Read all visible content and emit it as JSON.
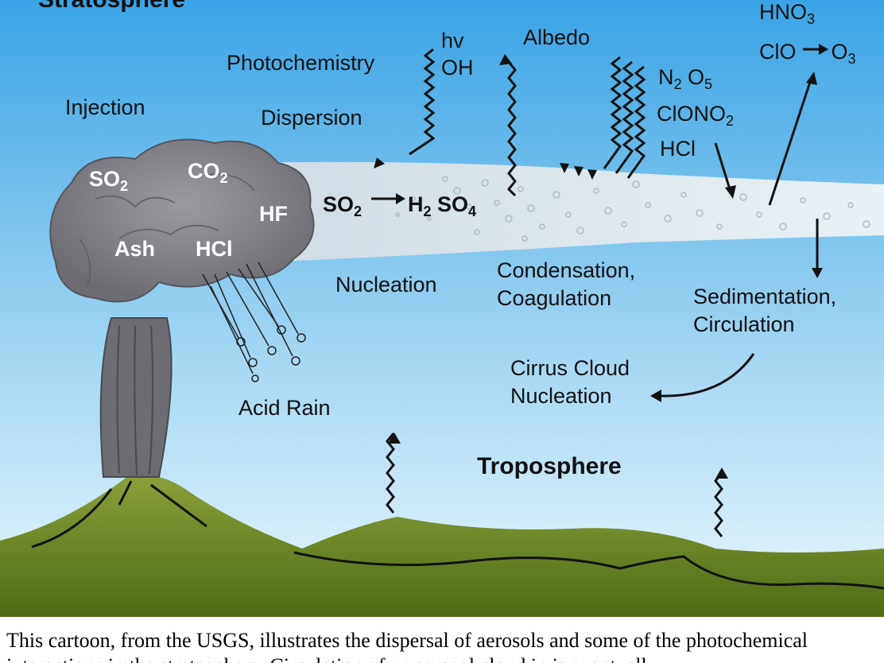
{
  "labels": {
    "stratosphere": "Stratosphere",
    "troposphere": "Troposphere",
    "injection": "Injection",
    "photochemistry": "Photochemistry",
    "dispersion": "Dispersion",
    "hv": "hv",
    "oh": "OH",
    "albedo": "Albedo",
    "hno3": "HNO",
    "hno3_sub": "3",
    "clo_o3_left": "ClO",
    "clo_o3_right": "O",
    "clo_o3_sub": "3",
    "n2o5_n": "N",
    "n2o5_n_sub": "2",
    "n2o5_o": "O",
    "n2o5_o_sub": "5",
    "clono2": "ClONO",
    "clono2_sub": "2",
    "hcl_right": "HCl",
    "so2_cloud": "SO",
    "so2_cloud_sub": "2",
    "co2_cloud": "CO",
    "co2_cloud_sub": "2",
    "hf_cloud": "HF",
    "ash_cloud": "Ash",
    "hcl_cloud": "HCl",
    "reaction_left": "SO",
    "reaction_left_sub": "2",
    "reaction_h": "H",
    "reaction_h_sub": "2",
    "reaction_so": "SO",
    "reaction_so_sub": "4",
    "nucleation": "Nucleation",
    "condensation": "Condensation,",
    "coagulation": "Coagulation",
    "sedimentation": "Sedimentation,",
    "circulation": "Circulation",
    "cirrus1": "Cirrus Cloud",
    "cirrus2": "Nucleation",
    "acid_rain": "Acid Rain"
  },
  "caption": "This cartoon, from the USGS, illustrates the dispersal of aerosols and some of the photochemical interactions in the stratosphere. Circulation of an aerosol cloud in is eventually",
  "colors": {
    "sky_top": "#3aa3e6",
    "sky_bottom": "#e6f5fb",
    "ground_top": "#8aa03a",
    "ground_bottom": "#4d6b14",
    "plume": "#d8e6ee",
    "cloud": "#8a8a8f",
    "cloud_dark": "#5a5a60"
  }
}
